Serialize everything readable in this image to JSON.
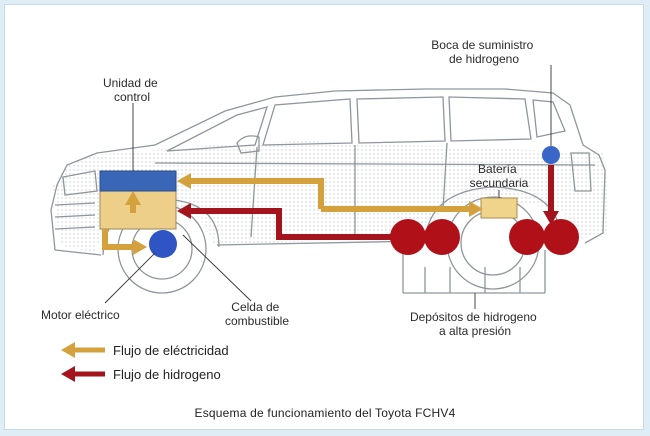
{
  "labels": {
    "control_unit": [
      "Unidad de",
      "control"
    ],
    "hydrogen_inlet": [
      "Boca de suministro",
      "de hidrogeno"
    ],
    "secondary_battery": [
      "Batería",
      "secundaria"
    ],
    "electric_motor": "Motor eléctrico",
    "fuel_cell": [
      "Celda de",
      "combustible"
    ],
    "hydrogen_tanks": [
      "Depósitos de hidrogeno",
      "a alta presión"
    ]
  },
  "legend": {
    "electricity": "Flujo de eléctricidad",
    "hydrogen": "Flujo de hidrogeno"
  },
  "caption": "Esquema de funcionamiento del Toyota FCHV4",
  "colors": {
    "electricity": "#d4a13c",
    "hydrogen": "#a3141c",
    "control_unit": "#3a66b8",
    "fuel_cell": "#edcf8a",
    "motor": "#2f55c4",
    "tank": "#b01018",
    "car_outline": "#8f969c"
  }
}
